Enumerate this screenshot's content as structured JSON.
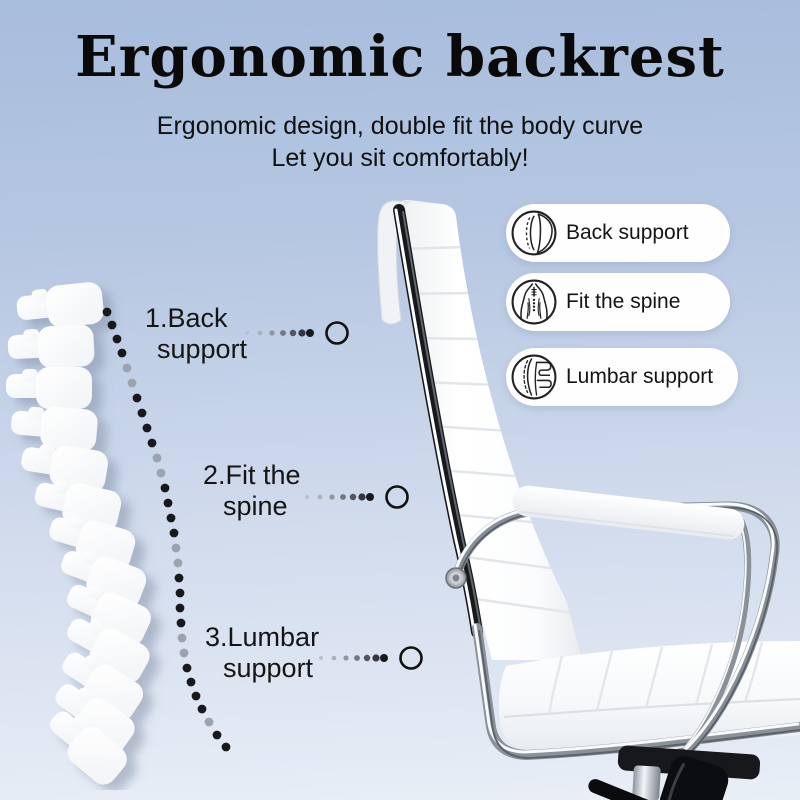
{
  "header": {
    "title": "Ergonomic backrest",
    "subtitle_line1": "Ergonomic design, double fit the body curve",
    "subtitle_line2": "Let you sit comfortably!"
  },
  "features": [
    {
      "label": "Back support",
      "icon": "back-support-icon"
    },
    {
      "label": "Fit the spine",
      "icon": "fit-the-spine-icon"
    },
    {
      "label": "Lumbar support",
      "icon": "lumbar-support-icon"
    }
  ],
  "callouts": [
    {
      "line1": "1.Back",
      "line2": "support"
    },
    {
      "line1": "2.Fit the",
      "line2": "spine"
    },
    {
      "line1": "3.Lumbar",
      "line2": "support"
    }
  ],
  "colors": {
    "background_top": "#a7bddc",
    "background_bottom": "#e9eef7",
    "text": "#141414",
    "pill_background": "#fefefe",
    "icon_stroke": "#222222",
    "dot_dark": "#17191c",
    "dot_gray": "#9aa3af"
  }
}
